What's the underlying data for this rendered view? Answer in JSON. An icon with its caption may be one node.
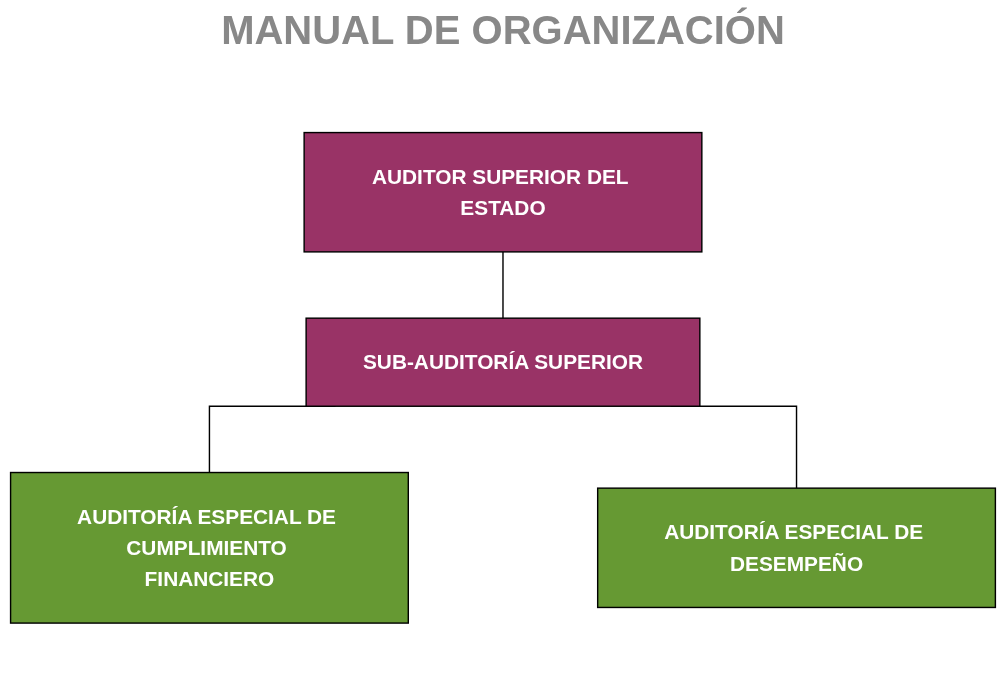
{
  "diagram": {
    "nodes": [
      {
        "text": [
          "AUDITOR SUPERIOR DEL ESTADO"
        ]
      },
      {
        "text": [
          "SUB-AUDITORÍA SUPERIOR"
        ]
      },
      {
        "text": [
          "AUDITORÍA ESPECIAL DE CUMPLIMIENTO FINANCIERO"
        ]
      },
      {
        "text": [
          "AUDITORÍA ESPECIAL DE DESEMPEÑO"
        ]
      }
    ],
    "edges": [
      {
        "from": 0,
        "to": 1,
        "arrow": "none"
      },
      {
        "from": 1,
        "to": 2,
        "arrow": "none"
      },
      {
        "from": 1,
        "to": 3,
        "arrow": "none"
      }
    ],
    "labels": [
      "MANUAL DE ORGANIZACIÓN"
    ]
  }
}
